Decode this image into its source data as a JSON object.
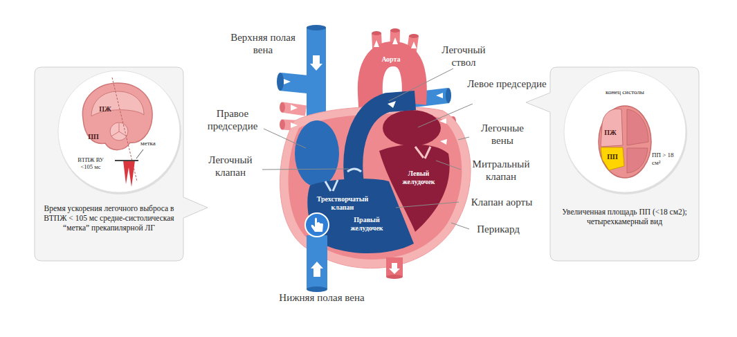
{
  "diagram": {
    "nodes": [
      {
        "text": [
          "Время ускорения легочного выброса в ВТПЖ < 105 мс средне-систолическая “метка” прекапилярной ЛГ"
        ]
      },
      {
        "text": [
          "ПЖ",
          "ПП",
          "метка",
          "ВТПЖ ВУ <105 мс"
        ],
        "in": 0
      },
      {
        "text": [
          "Увеличенная площадь ПП (<18 см2); четырехкамерный вид"
        ]
      },
      {
        "text": [
          "конец систолы",
          "ПЖ",
          "ПП",
          "ПП > 18 см²"
        ],
        "in": 2
      }
    ],
    "labels": [
      "Верхняя полая вена",
      "Аорта",
      "Легочный ствол",
      "Левое предсердие",
      "Правое предсердие",
      "Легочные вены",
      "Легочный клапан",
      "Митральный клапан",
      "Левый желудочек",
      "Трехстворчатый клапан",
      "Клапан аорты",
      "Правый желудочек",
      "Перикард",
      "Нижняя полая вена"
    ]
  }
}
